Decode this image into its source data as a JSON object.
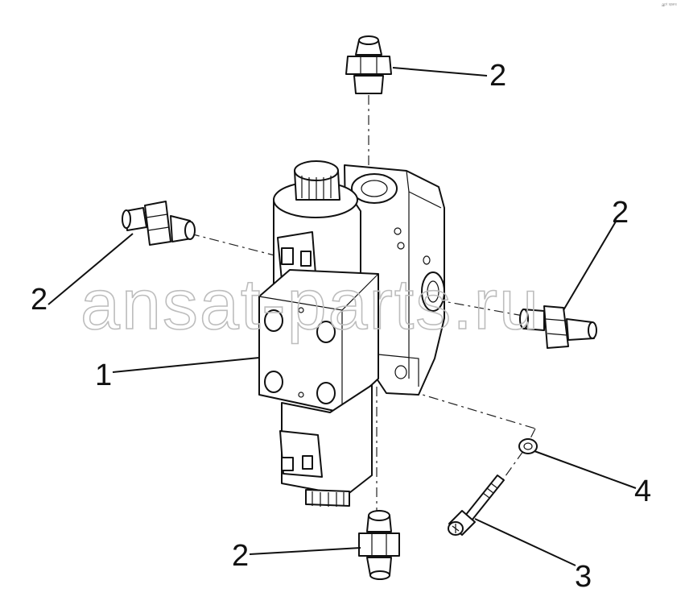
{
  "watermark": "ansat-parts.ru",
  "corner_mark": "aᵖᵗ ˢᵖᵃʳᵉ",
  "callouts": {
    "valve_assembly": "1",
    "fitting_top": "2",
    "fitting_left": "2",
    "fitting_right": "2",
    "fitting_bottom": "2",
    "screw": "3",
    "washer": "4"
  },
  "colors": {
    "line": "#111111",
    "watermark": "#bdbdbd",
    "background": "#ffffff"
  }
}
